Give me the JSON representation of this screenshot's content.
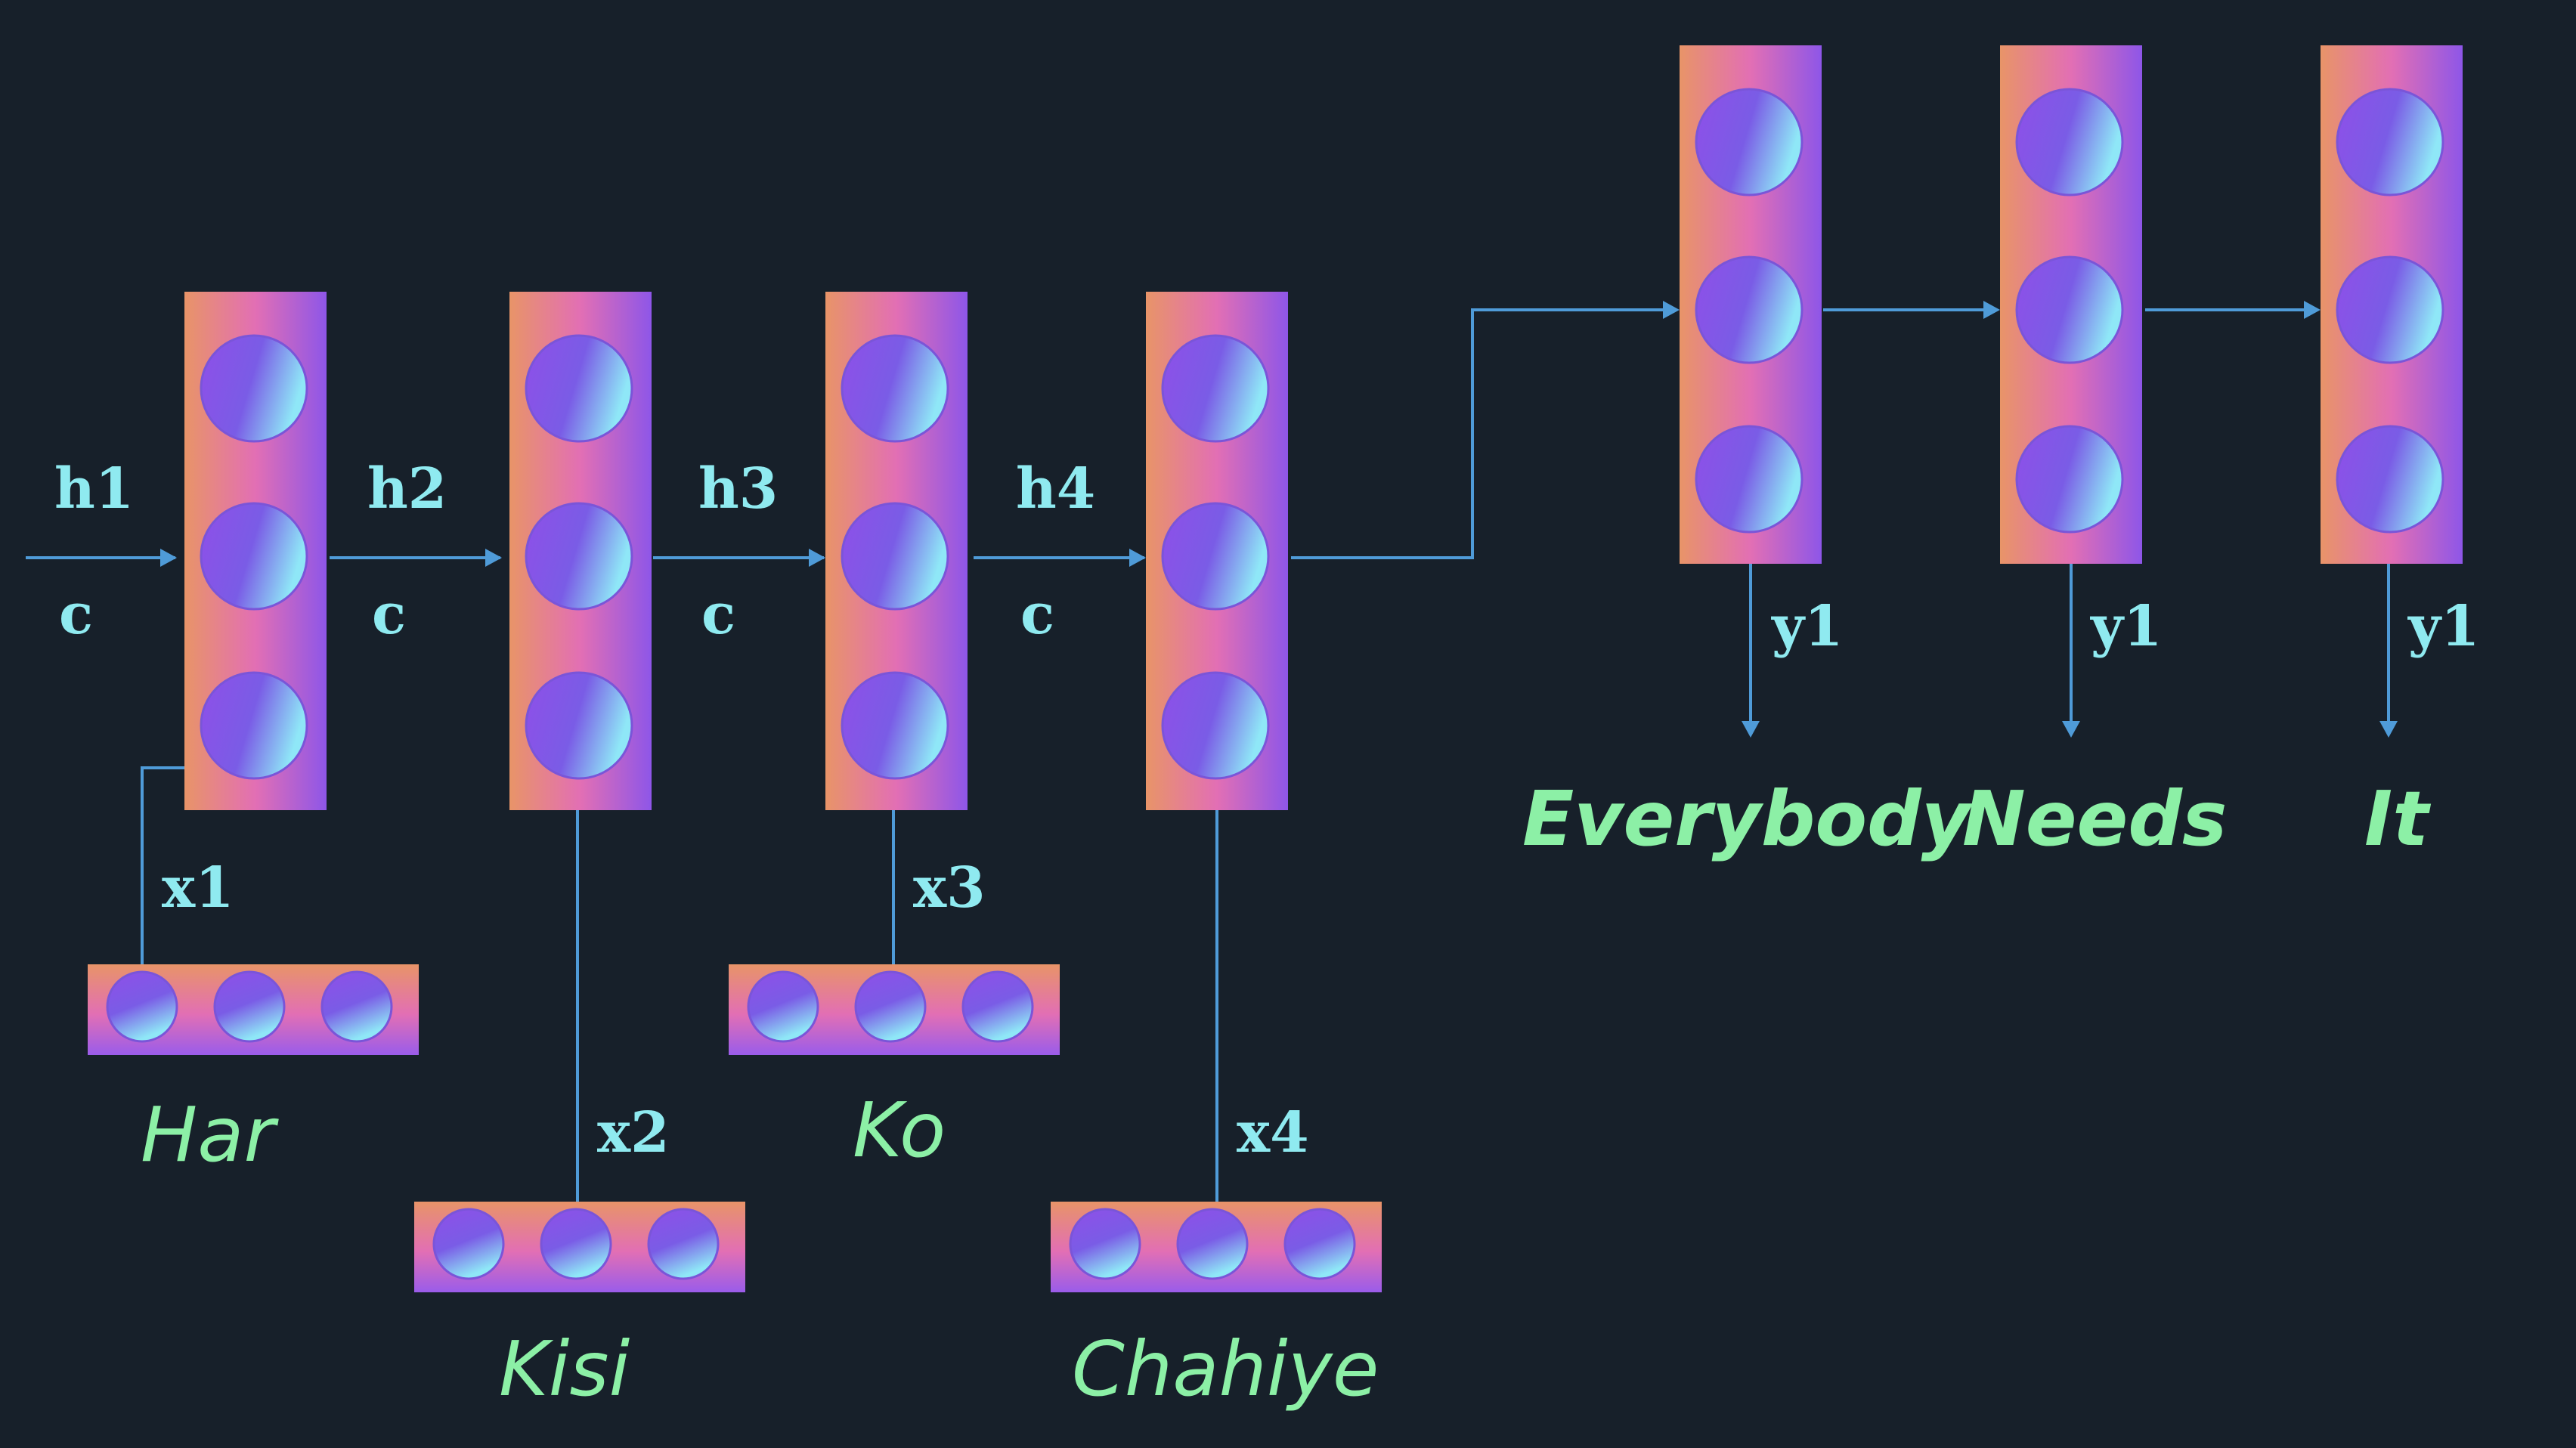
{
  "colors": {
    "background": "#17202a",
    "wire": "#4f9bd8",
    "math_label": "#8feaf0",
    "word_label": "#8cf0a6",
    "cell_gradient": [
      "#e89468",
      "#e26fb4",
      "#8e56e8"
    ],
    "neuron_gradient": [
      "#8f4fe8",
      "#7a5ce6",
      "#8fe7f7"
    ]
  },
  "encoder": {
    "hidden_labels": [
      "h1",
      "h2",
      "h3",
      "h4"
    ],
    "cell_labels": [
      "c",
      "c",
      "c",
      "c"
    ],
    "input_labels": [
      "x1",
      "x2",
      "x3",
      "x4"
    ],
    "input_words": [
      "Har",
      "Kisi",
      "Ko",
      "Chahiye"
    ]
  },
  "decoder": {
    "output_labels": [
      "y1",
      "y1",
      "y1"
    ],
    "output_words": [
      "Everybody",
      "Needs",
      "It"
    ]
  }
}
